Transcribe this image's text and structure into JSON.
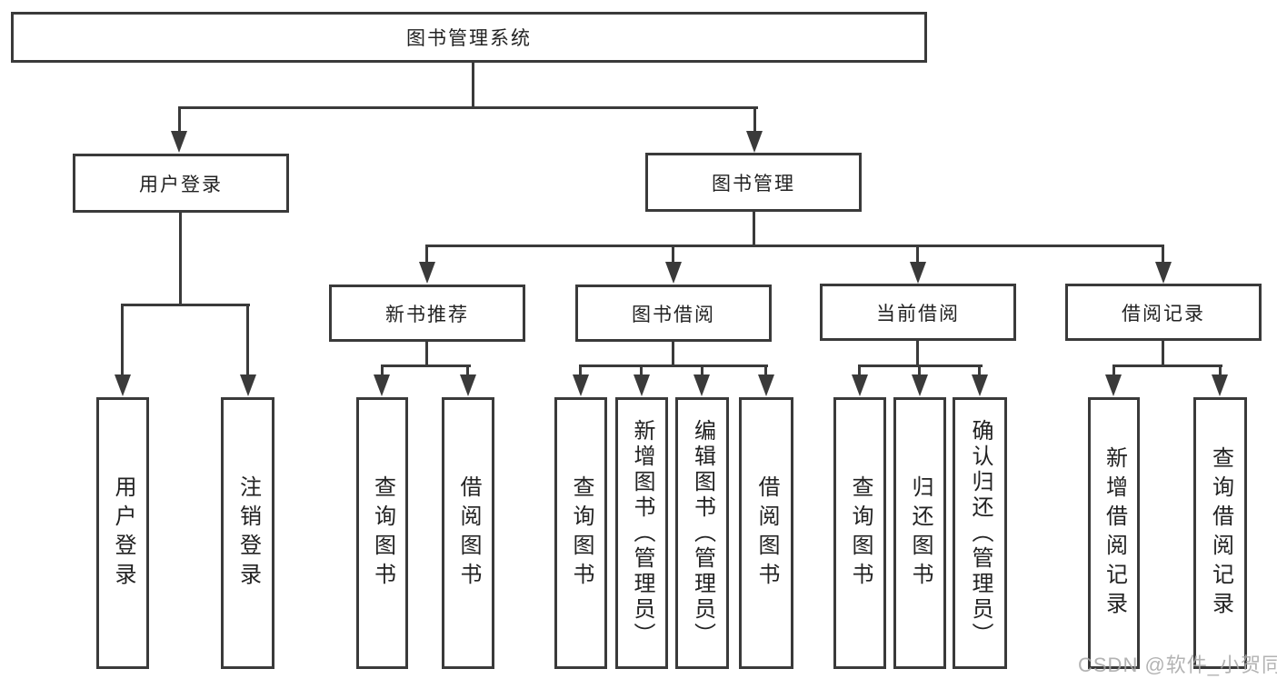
{
  "colors": {
    "line": "#3a3a3a",
    "box-border": "#3a3a3a",
    "box-fill": "#ffffff",
    "text": "#222222",
    "watermark": "#a6a6a6"
  },
  "diagram": {
    "root": {
      "label": "图书管理系统"
    },
    "level2": [
      {
        "label": "用户登录"
      },
      {
        "label": "图书管理"
      }
    ],
    "level3": [
      {
        "label": "新书推荐",
        "parent": "图书管理"
      },
      {
        "label": "图书借阅",
        "parent": "图书管理"
      },
      {
        "label": "当前借阅",
        "parent": "图书管理"
      },
      {
        "label": "借阅记录",
        "parent": "图书管理"
      }
    ],
    "leaves": [
      {
        "label": "用户登录",
        "parent": "用户登录"
      },
      {
        "label": "注销登录",
        "parent": "用户登录"
      },
      {
        "label": "查询图书",
        "parent": "新书推荐"
      },
      {
        "label": "借阅图书",
        "parent": "新书推荐"
      },
      {
        "label": "查询图书",
        "parent": "图书借阅"
      },
      {
        "label": "新增图书（管理员）",
        "parent": "图书借阅"
      },
      {
        "label": "编辑图书（管理员）",
        "parent": "图书借阅"
      },
      {
        "label": "借阅图书",
        "parent": "图书借阅"
      },
      {
        "label": "查询图书",
        "parent": "当前借阅"
      },
      {
        "label": "归还图书",
        "parent": "当前借阅"
      },
      {
        "label": "确认归还（管理员）",
        "parent": "当前借阅"
      },
      {
        "label": "新增借阅记录",
        "parent": "借阅记录"
      },
      {
        "label": "查询借阅记录",
        "parent": "借阅记录"
      }
    ]
  },
  "watermark": {
    "text": "CSDN @软件_小贺同学"
  }
}
